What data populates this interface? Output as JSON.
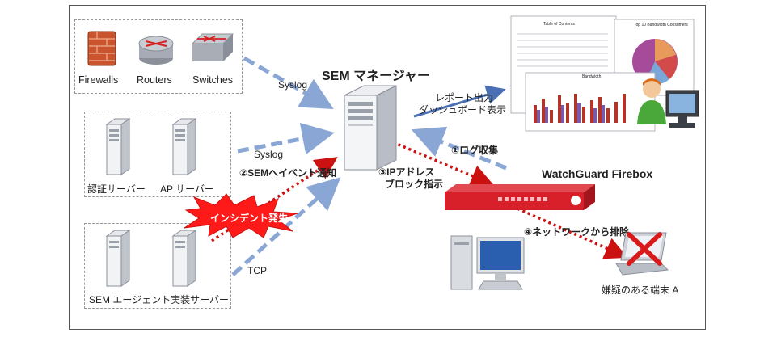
{
  "devices": {
    "firewalls": "Firewalls",
    "routers": "Routers",
    "switches": "Switches"
  },
  "servers": {
    "auth": "認証サーバー",
    "ap": "AP サーバー",
    "sem_agent": "SEM エージェント実装サーバー"
  },
  "center": {
    "sem_manager": "SEM マネージャー",
    "watchguard": "WatchGuard Firebox"
  },
  "flows": {
    "syslog_top": "Syslog",
    "syslog_mid": "Syslog",
    "tcp": "TCP",
    "notify": "②SEMへイベント通知",
    "incident": "インシデント発生",
    "report_line1": "レポート出力",
    "report_line2": "ダッシュボード表示",
    "log_collect": "①ログ収集",
    "ip_block_line1": "③IPアドレス",
    "ip_block_line2": "ブロック指示",
    "exclude": "④ネットワークから排除",
    "suspect": "嫌疑のある端末 A"
  },
  "report": {
    "toc_title": "Table of Contents",
    "bar_title": "Bandwidth",
    "pie_title": "Top 10 Bandwidth Consumers"
  },
  "colors": {
    "blue_arrow": "#8aa6d4",
    "red_arrow": "#cc1111",
    "firebox_red": "#d8202a"
  }
}
